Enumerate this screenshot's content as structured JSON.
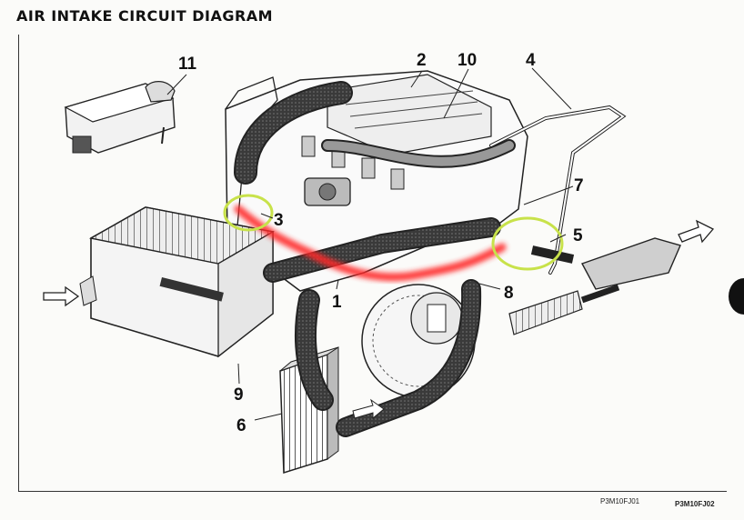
{
  "title": "AIR INTAKE CIRCUIT DIAGRAM",
  "callouts": {
    "c1": "1",
    "c2": "2",
    "c3": "3",
    "c4": "4",
    "c5": "5",
    "c6": "6",
    "c7": "7",
    "c8": "8",
    "c9": "9",
    "c10": "10",
    "c11": "11"
  },
  "codes": {
    "code_a": "P3M10FJ01",
    "code_b": "P3M10FJ02"
  },
  "colors": {
    "highlight_path": "#ff2a2a",
    "highlight_circle": "#c8e24a",
    "hose": "#2a2a2a"
  }
}
